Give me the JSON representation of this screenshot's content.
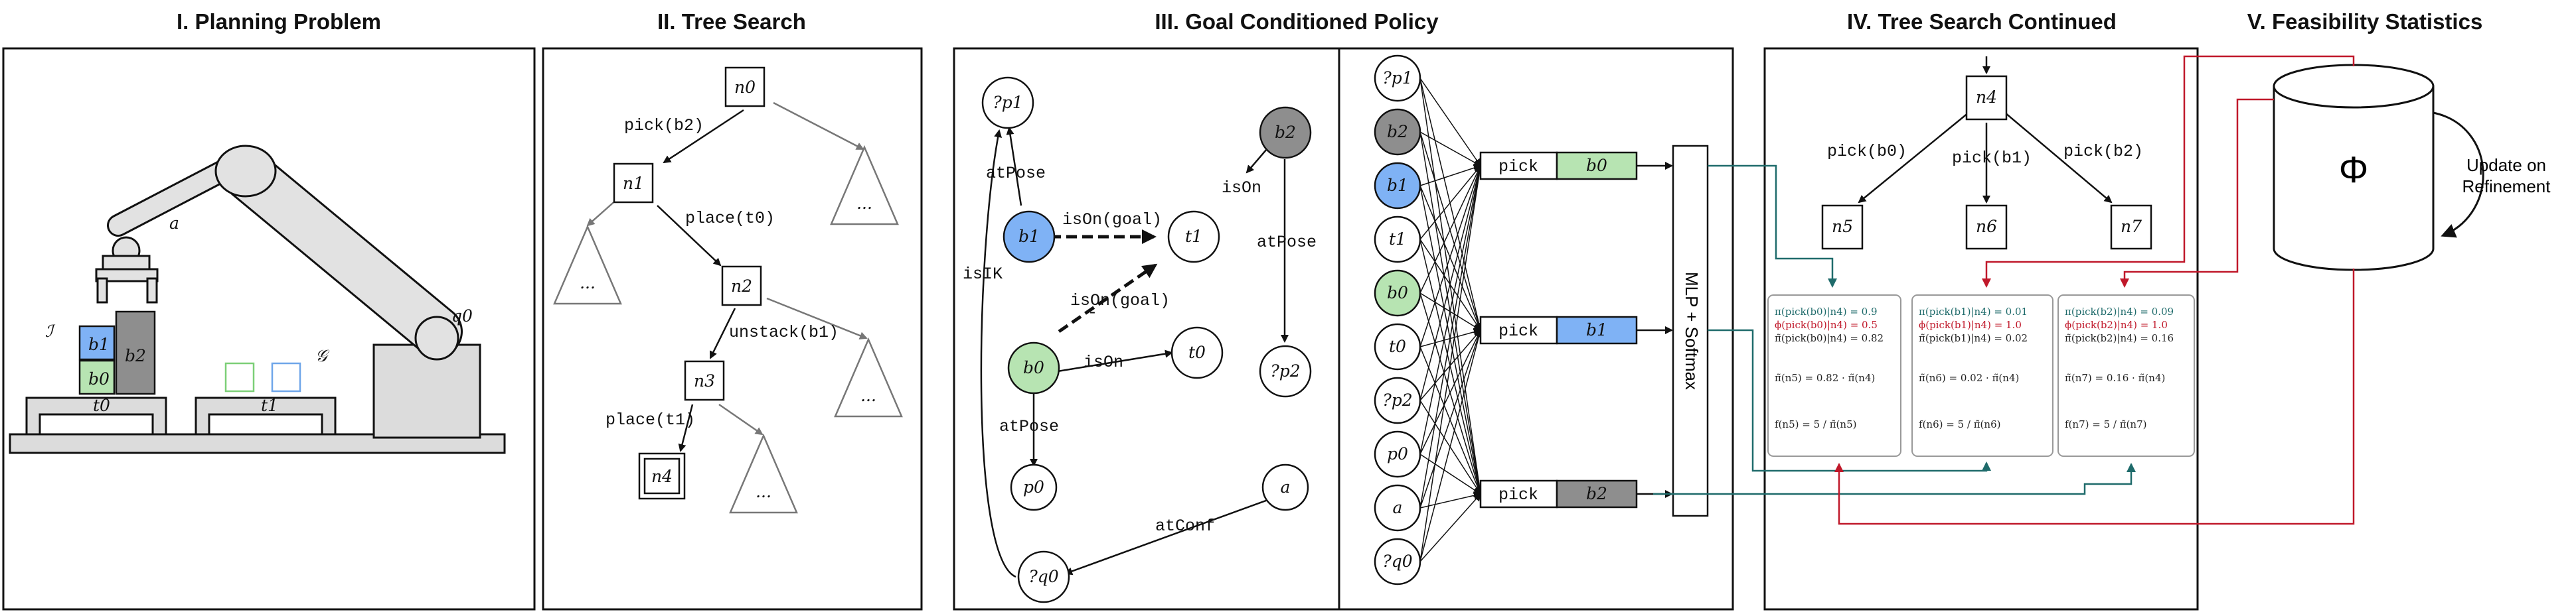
{
  "headers": {
    "p1": "I. Planning Problem",
    "p2": "II. Tree Search",
    "p3": "III. Goal Conditioned Policy",
    "p4": "IV. Tree Search Continued",
    "p5": "V. Feasibility Statistics"
  },
  "panel1": {
    "arm_label": "a",
    "base_label": "q0",
    "init_label": "ℐ",
    "goal_label": "𝒢",
    "blocks": [
      "b1",
      "b0",
      "b2"
    ],
    "tables": [
      "t0",
      "t1"
    ]
  },
  "panel2": {
    "nodes": [
      "n0",
      "n1",
      "n2",
      "n3",
      "n4"
    ],
    "edges": [
      "pick(b2)",
      "place(t0)",
      "unstack(b1)",
      "place(t1)"
    ],
    "ellipsis": "..."
  },
  "panel3": {
    "graph_nodes": [
      "?p1",
      "b2",
      "b1",
      "t1",
      "?p2",
      "b0",
      "t0",
      "p0",
      "a",
      "?q0"
    ],
    "graph_edges": [
      "atPose",
      "isOn(goal)",
      "isOn",
      "atPose",
      "isIK",
      "isOn(goal)",
      "isOn",
      "atPose",
      "atConf"
    ],
    "dash_mark": "-",
    "input_nodes": [
      "?p1",
      "b2",
      "b1",
      "t1",
      "b0",
      "t0",
      "?p2",
      "p0",
      "a",
      "?q0"
    ],
    "actions": [
      {
        "verb": "pick",
        "arg": "b0",
        "color": "#b7e4b2"
      },
      {
        "verb": "pick",
        "arg": "b1",
        "color": "#7fb2f5"
      },
      {
        "verb": "pick",
        "arg": "b2",
        "color": "#8e8e8e"
      }
    ],
    "mlp_label": "MLP + Softmax"
  },
  "panel4": {
    "root": "n4",
    "children": [
      "n5",
      "n6",
      "n7"
    ],
    "edges": [
      "pick(b0)",
      "pick(b1)",
      "pick(b2)"
    ],
    "cards": [
      {
        "pi": "π(pick(b0)|n4) = 0.9",
        "phi": "ϕ(pick(b0)|n4) = 0.5",
        "pit": "π̃(pick(b0)|n4) = 0.82",
        "pin": "π̃(n5) = 0.82 · π̃(n4)",
        "f": "f(n5) = 5 / π̃(n5)"
      },
      {
        "pi": "π(pick(b1)|n4) = 0.01",
        "phi": "ϕ(pick(b1)|n4) = 1.0",
        "pit": "π̃(pick(b1)|n4) = 0.02",
        "pin": "π̃(n6) = 0.02 · π̃(n4)",
        "f": "f(n6) = 5 / π̃(n6)"
      },
      {
        "pi": "π(pick(b2)|n4) = 0.09",
        "phi": "ϕ(pick(b2)|n4) = 1.0",
        "pit": "π̃(pick(b2)|n4) = 0.16",
        "pin": "π̃(n7) = 0.16 · π̃(n4)",
        "f": "f(n7) = 5 / π̃(n7)"
      }
    ]
  },
  "panel5": {
    "db_symbol": "Φ",
    "update_line1": "Update on",
    "update_line2": "Refinement"
  },
  "colors": {
    "green": "#b7e4b2",
    "blue": "#7fb2f5",
    "gray": "#8e8e8e",
    "teal": "#1f6b6b",
    "red": "#c0182a"
  }
}
